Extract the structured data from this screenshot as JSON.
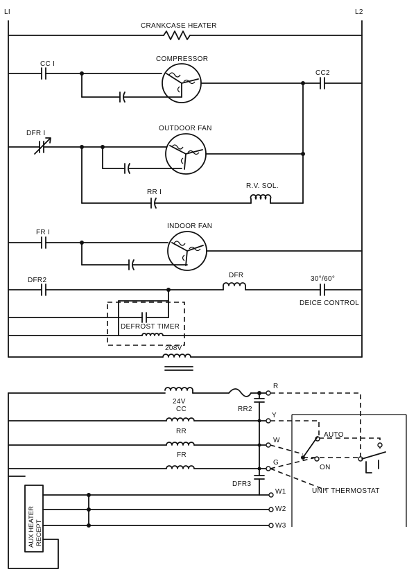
{
  "labels": {
    "l1": "LI",
    "l2": "L2",
    "crankcase_heater": "CRANKCASE HEATER",
    "cc1": "CC I",
    "compressor": "COMPRESSOR",
    "cc2": "CC2",
    "dfr1": "DFR I",
    "outdoor_fan": "OUTDOOR FAN",
    "rr1": "RR I",
    "rv_sol": "R.V. SOL.",
    "fr1": "FR I",
    "indoor_fan": "INDOOR FAN",
    "dfr2": "DFR2",
    "dfr": "DFR",
    "deice_temp": "30°/60°",
    "deice_control": "DEICE CONTROL",
    "defrost_timer": "DEFROST TIMER",
    "v208": "208V",
    "v24": "24V",
    "cc": "CC",
    "rr": "RR",
    "fr": "FR",
    "rr2": "RR2",
    "dfr3": "DFR3",
    "term_r": "R",
    "term_y": "Y",
    "term_w": "W",
    "term_g": "G",
    "term_w1": "W1",
    "term_w2": "W2",
    "term_w3": "W3",
    "auto": "AUTO",
    "on": "ON",
    "unit_thermostat": "UNIT THERMOSTAT",
    "aux_heater": "AUX HEATER",
    "recept": "RECEPT"
  }
}
